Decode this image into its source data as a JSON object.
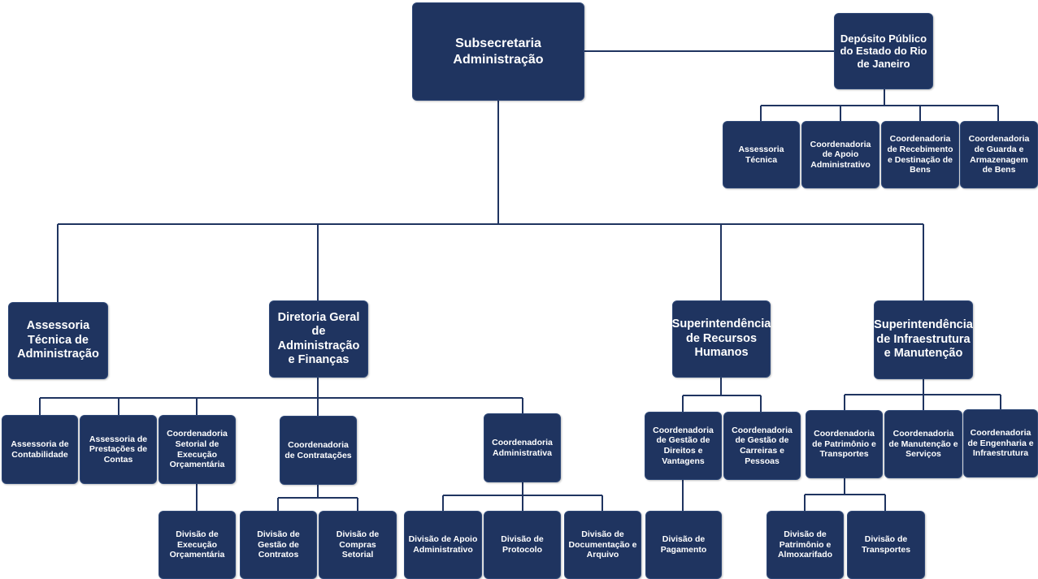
{
  "org": {
    "top": "Subsecretaria Administração",
    "deposito": "Depósito Público do Estado do Rio de Janeiro",
    "dep_assessoria": "Assessoria Técnica",
    "dep_apoio": "Coordenadoria de Apoio Administrativo",
    "dep_recebimento": "Coordenadoria de Recebimento e Destinação de Bens",
    "dep_guarda": "Coordenadoria de Guarda e Armazenagem de Bens",
    "assessoria_tecnica": "Assessoria Técnica de Administração",
    "diretoria": "Diretoria Geral de Administração e Finanças",
    "srh": "Superintendência de Recursos Humanos",
    "sim": "Superintendência de Infraestrutura e Manutenção",
    "assess_contabilidade": "Assessoria de Contabilidade",
    "assess_prestacoes": "Assessoria de Prestações de Contas",
    "coord_setorial": "Coordenadoria Setorial de Execução Orçamentária",
    "coord_contratacoes": "Coordenadoria de Contratações",
    "coord_administrativa": "Coordenadoria Administrativa",
    "div_execucao": "Divisão de Execução Orçamentária",
    "div_gestao_contratos": "Divisão de Gestão de Contratos",
    "div_compras": "Divisão de Compras Setorial",
    "div_apoio": "Divisão de Apoio Administrativo",
    "div_protocolo": "Divisão de Protocolo",
    "div_documentacao": "Divisão de Documentação e Arquivo",
    "coord_direitos": "Coordenadoria de Gestão de Direitos e Vantagens",
    "coord_carreiras": "Coordenadoria de Gestão de Carreiras e Pessoas",
    "div_pagamento": "Divisão de Pagamento",
    "coord_patrimonio": "Coordenadoria de Patrimônio e Transportes",
    "coord_manutencao": "Coordenadoria de Manutenção e Serviços",
    "coord_engenharia": "Coordenadoria de Engenharia e Infraestrutura",
    "div_patrimonio": "Divisão de Patrimônio e Almoxarifado",
    "div_transportes": "Divisão de Transportes"
  },
  "colors": {
    "box": "#1f3460",
    "line": "#1f3460",
    "text": "#ffffff"
  }
}
